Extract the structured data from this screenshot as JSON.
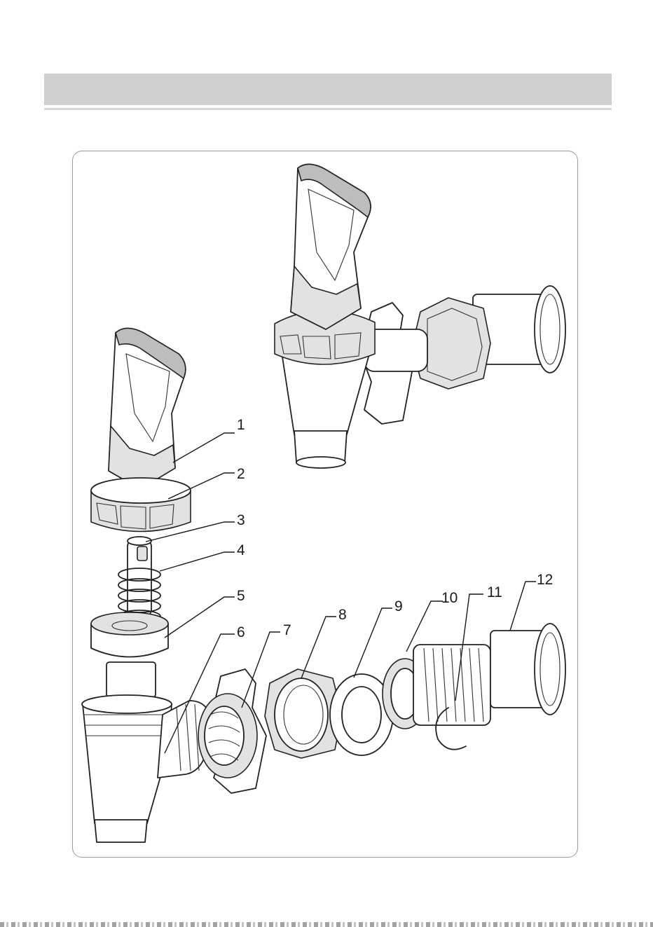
{
  "header": {
    "title": ""
  },
  "diagram": {
    "callouts": [
      {
        "id": "1",
        "label": "1"
      },
      {
        "id": "2",
        "label": "2"
      },
      {
        "id": "3",
        "label": "3"
      },
      {
        "id": "4",
        "label": "4"
      },
      {
        "id": "5",
        "label": "5"
      },
      {
        "id": "6",
        "label": "6"
      },
      {
        "id": "7",
        "label": "7"
      },
      {
        "id": "8",
        "label": "8"
      },
      {
        "id": "9",
        "label": "9"
      },
      {
        "id": "10",
        "label": "10"
      },
      {
        "id": "11",
        "label": "11"
      },
      {
        "id": "12",
        "label": "12"
      }
    ]
  }
}
